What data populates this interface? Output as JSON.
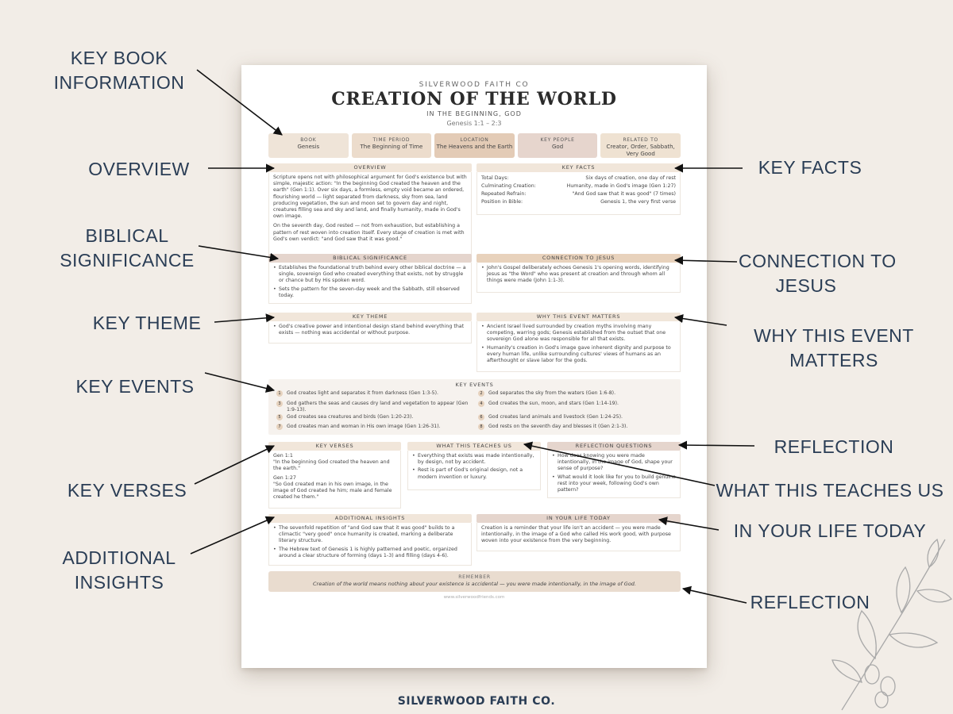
{
  "colors": {
    "background": "#f2ede7",
    "callout_text": "#2a3d55",
    "header_tan": "#f1e6da",
    "header_mauve": "#e5d5cd",
    "header_gold": "#e8d2bc",
    "events_bg": "#f6f2ee",
    "remember_bg": "#e9dccf"
  },
  "callouts": {
    "key_book_info": [
      "KEY BOOK",
      "INFORMATION"
    ],
    "overview": "OVERVIEW",
    "biblical_significance": [
      "BIBLICAL",
      "SIGNIFICANCE"
    ],
    "key_theme": "KEY THEME",
    "key_events": "KEY EVENTS",
    "key_verses": "KEY VERSES",
    "additional_insights": [
      "ADDITIONAL",
      "INSIGHTS"
    ],
    "key_facts": "KEY FACTS",
    "connection_to_jesus": [
      "CONNECTION TO",
      "JESUS"
    ],
    "why_this_event_matters": [
      "WHY THIS EVENT",
      "MATTERS"
    ],
    "reflection_top": "REFLECTION",
    "what_this_teaches_us": "WHAT THIS TEACHES US",
    "in_your_life_today": "IN YOUR LIFE TODAY",
    "reflection_bottom": "REFLECTION"
  },
  "footer_brand": "SILVERWOOD FAITH CO.",
  "sheet": {
    "brand": "SILVERWOOD FAITH CO",
    "title": "CREATION OF THE WORLD",
    "subtitle": "IN THE BEGINNING, GOD",
    "reference": "Genesis 1:1 – 2:3",
    "info": [
      {
        "label": "BOOK",
        "value": "Genesis",
        "color": "#efe4d8"
      },
      {
        "label": "TIME PERIOD",
        "value": "The Beginning of Time",
        "color": "#ecdccc"
      },
      {
        "label": "LOCATION",
        "value": "The Heavens and the Earth",
        "color": "#e3cbb6"
      },
      {
        "label": "KEY PEOPLE",
        "value": "God",
        "color": "#e6d5cd"
      },
      {
        "label": "RELATED TO",
        "value": "Creator, Order, Sabbath, Very Good",
        "color": "#efe2d2"
      }
    ],
    "overview": {
      "heading": "OVERVIEW",
      "p1": "Scripture opens not with philosophical argument for God's existence but with simple, majestic action: \"In the beginning God created the heaven and the earth\" (Gen 1:1). Over six days, a formless, empty void became an ordered, flourishing world — light separated from darkness, sky from sea, land producing vegetation, the sun and moon set to govern day and night, creatures filling sea and sky and land, and finally humanity, made in God's own image.",
      "p2": "On the seventh day, God rested — not from exhaustion, but establishing a pattern of rest woven into creation itself. Every stage of creation is met with God's own verdict: \"and God saw that it was good.\""
    },
    "key_facts": {
      "heading": "KEY FACTS",
      "rows": [
        {
          "label": "Total Days:",
          "value": "Six days of creation, one day of rest"
        },
        {
          "label": "Culminating Creation:",
          "value": "Humanity, made in God's image (Gen 1:27)"
        },
        {
          "label": "Repeated Refrain:",
          "value": "\"And God saw that it was good\" (7 times)"
        },
        {
          "label": "Position in Bible:",
          "value": "Genesis 1, the very first verse"
        }
      ]
    },
    "biblical_significance": {
      "heading": "BIBLICAL SIGNIFICANCE",
      "items": [
        "Establishes the foundational truth behind every other biblical doctrine — a single, sovereign God who created everything that exists, not by struggle or chance but by His spoken word.",
        "Sets the pattern for the seven-day week and the Sabbath, still observed today."
      ]
    },
    "connection_to_jesus": {
      "heading": "CONNECTION TO JESUS",
      "items": [
        "John's Gospel deliberately echoes Genesis 1's opening words, identifying Jesus as \"the Word\" who was present at creation and through whom all things were made (John 1:1-3)."
      ]
    },
    "key_theme": {
      "heading": "KEY THEME",
      "items": [
        "God's creative power and intentional design stand behind everything that exists — nothing was accidental or without purpose."
      ]
    },
    "why_this_event_matters": {
      "heading": "WHY THIS EVENT MATTERS",
      "items": [
        "Ancient Israel lived surrounded by creation myths involving many competing, warring gods; Genesis established from the outset that one sovereign God alone was responsible for all that exists.",
        "Humanity's creation in God's image gave inherent dignity and purpose to every human life, unlike surrounding cultures' views of humans as an afterthought or slave labor for the gods."
      ]
    },
    "key_events": {
      "heading": "KEY EVENTS",
      "items": [
        {
          "n": "1",
          "text": "God creates light and separates it from darkness (Gen 1:3-5)."
        },
        {
          "n": "2",
          "text": "God separates the sky from the waters (Gen 1:6-8)."
        },
        {
          "n": "3",
          "text": "God gathers the seas and causes dry land and vegetation to appear (Gen 1:9-13)."
        },
        {
          "n": "4",
          "text": "God creates the sun, moon, and stars (Gen 1:14-19)."
        },
        {
          "n": "5",
          "text": "God creates sea creatures and birds (Gen 1:20-23)."
        },
        {
          "n": "6",
          "text": "God creates land animals and livestock (Gen 1:24-25)."
        },
        {
          "n": "7",
          "text": "God creates man and woman in His own image (Gen 1:26-31)."
        },
        {
          "n": "8",
          "text": "God rests on the seventh day and blesses it (Gen 2:1-3)."
        }
      ]
    },
    "key_verses": {
      "heading": "KEY VERSES",
      "v1_ref": "Gen 1:1",
      "v1_text": "\"In the beginning God created the heaven and the earth.\"",
      "v2_ref": "Gen 1:27",
      "v2_text": "\"So God created man in his own image, in the image of God created he him; male and female created he them.\""
    },
    "what_this_teaches_us": {
      "heading": "WHAT THIS TEACHES US",
      "items": [
        "Everything that exists was made intentionally, by design, not by accident.",
        "Rest is part of God's original design, not a modern invention or luxury."
      ]
    },
    "reflection_questions": {
      "heading": "REFLECTION QUESTIONS",
      "items": [
        "How does knowing you were made intentionally, in the image of God, shape your sense of purpose?",
        "What would it look like for you to build genuine rest into your week, following God's own pattern?"
      ]
    },
    "additional_insights": {
      "heading": "ADDITIONAL INSIGHTS",
      "items": [
        "The sevenfold repetition of \"and God saw that it was good\" builds to a climactic \"very good\" once humanity is created, marking a deliberate literary structure.",
        "The Hebrew text of Genesis 1 is highly patterned and poetic, organized around a clear structure of forming (days 1-3) and filling (days 4-6)."
      ]
    },
    "in_your_life_today": {
      "heading": "IN YOUR LIFE TODAY",
      "text": "Creation is a reminder that your life isn't an accident — you were made intentionally, in the image of a God who called His work good, with purpose woven into your existence from the very beginning."
    },
    "remember": {
      "heading": "REMEMBER",
      "text": "Creation of the world means nothing about your existence is accidental — you were made intentionally, in the image of God."
    },
    "website": "www.silverwoodfriends.com"
  }
}
